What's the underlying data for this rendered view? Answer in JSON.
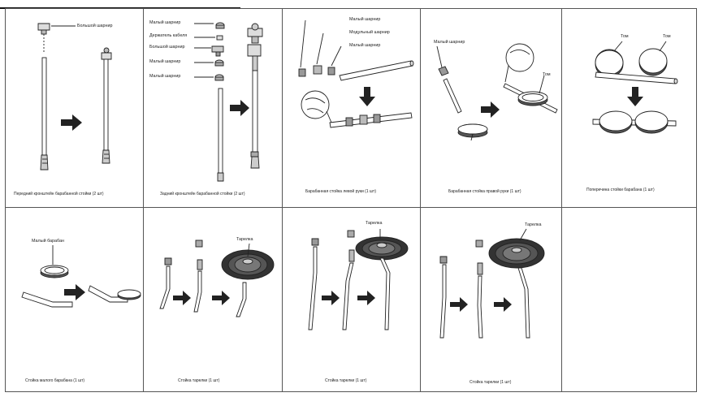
{
  "panels": [
    {
      "caption": "Передний кронштейн барабанной стойки (2 шт)",
      "labels": [
        "Большой шарнир"
      ]
    },
    {
      "caption": "Задний кронштейн барабанной стойки (2 шт)",
      "labels": [
        "Малый шарнир",
        "Держатель кабеля",
        "Большой шарнир",
        "Малый шарнир",
        "Малый шарнир"
      ]
    },
    {
      "caption": "Барабанная стойка левой руки (1 шт)",
      "labels": [
        "Малый шарнир",
        "Модульный шарнир",
        "Малый шарнир"
      ]
    },
    {
      "caption": "Барабанная стойка правой руки (1 шт)",
      "labels": [
        "Малый шарнир",
        "Том"
      ]
    },
    {
      "caption": "Поперечина стойки барабана (1 шт)",
      "labels": [
        "Том",
        "Том"
      ]
    },
    {
      "caption": "Стойка малого барабана (1 шт)",
      "labels": [
        "Малый барабан"
      ]
    },
    {
      "caption": "Стойка тарелки (1 шт)",
      "labels": [
        "Тарелка"
      ]
    },
    {
      "caption": "Стойка тарелки (1 шт)",
      "labels": [
        "Тарелка"
      ]
    },
    {
      "caption": "Стойка тарелки (1 шт)",
      "labels": [
        "Тарелка"
      ]
    }
  ]
}
